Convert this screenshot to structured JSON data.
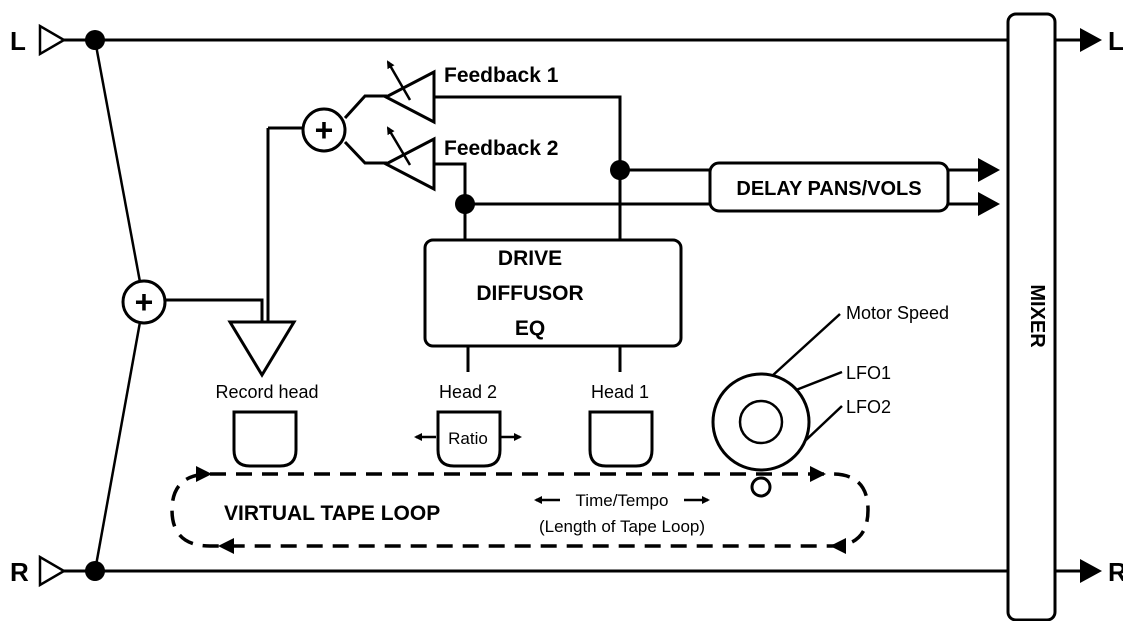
{
  "inputs": {
    "left": "L",
    "right": "R"
  },
  "outputs": {
    "left": "L",
    "right": "R"
  },
  "feedback": {
    "one": "Feedback 1",
    "two": "Feedback 2"
  },
  "delay_pans_vols": "DELAY PANS/VOLS",
  "processing": {
    "line1": "DRIVE",
    "line2": "DIFFUSOR",
    "line3": "EQ"
  },
  "mixer": "MIXER",
  "heads": {
    "record": "Record head",
    "head2": "Head 2",
    "head1": "Head 1",
    "ratio": "Ratio"
  },
  "motor": {
    "speed": "Motor Speed",
    "lfo1": "LFO1",
    "lfo2": "LFO2"
  },
  "tape_loop": {
    "title": "VIRTUAL TAPE LOOP",
    "time_tempo": "Time/Tempo",
    "length": "(Length of Tape Loop)"
  },
  "summing_symbol": "+"
}
